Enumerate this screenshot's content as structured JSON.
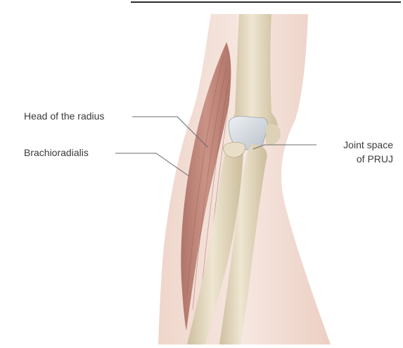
{
  "labels": {
    "head_of_radius": "Head of the radius",
    "brachioradialis": "Brachioradialis",
    "joint_space_line1": "Joint space",
    "joint_space_line2": "of PRUJ"
  },
  "colors": {
    "skin": "#f2dfd6",
    "skin_shadow": "#e4c3b6",
    "muscle": "#b8786c",
    "bone": "#e6dcc5",
    "bone_shadow": "#cfc2a3",
    "cartilage": "#d7dde3",
    "leader_line": "#6b6b6b"
  }
}
